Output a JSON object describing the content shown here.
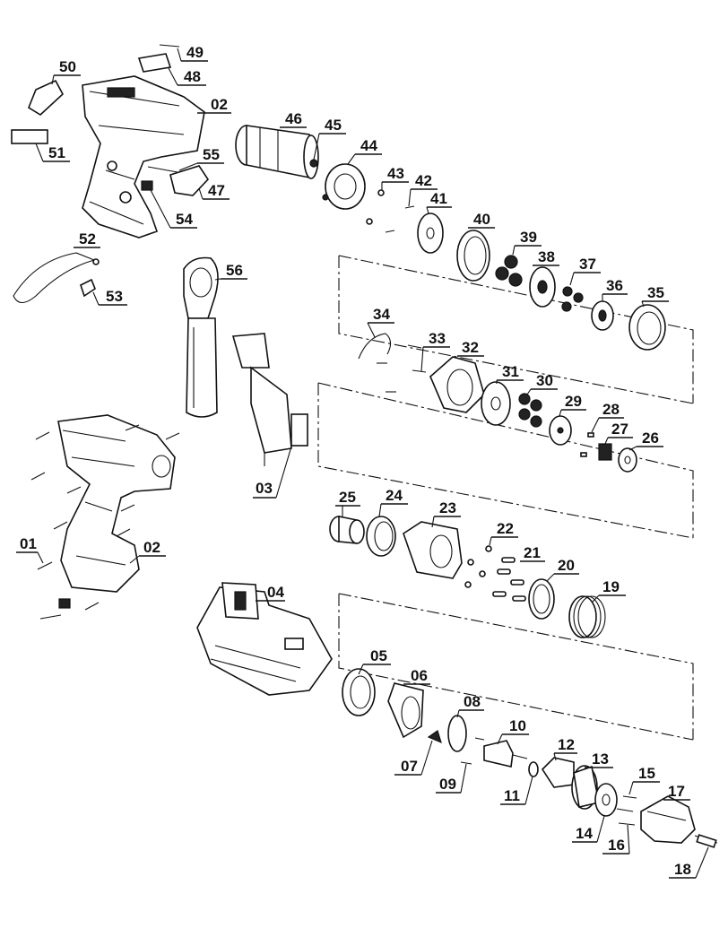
{
  "diagram": {
    "labels": {
      "p01": "01",
      "p02": "02",
      "p02b": "02",
      "p03": "03",
      "p04": "04",
      "p05": "05",
      "p06": "06",
      "p07": "07",
      "p08": "08",
      "p09": "09",
      "p10": "10",
      "p11": "11",
      "p12": "12",
      "p13": "13",
      "p14": "14",
      "p15": "15",
      "p16": "16",
      "p17": "17",
      "p18": "18",
      "p19": "19",
      "p20": "20",
      "p21": "21",
      "p22": "22",
      "p23": "23",
      "p24": "24",
      "p25": "25",
      "p26": "26",
      "p27": "27",
      "p28": "28",
      "p29": "29",
      "p30": "30",
      "p31": "31",
      "p32": "32",
      "p33": "33",
      "p34": "34",
      "p35": "35",
      "p36": "36",
      "p37": "37",
      "p38": "38",
      "p39": "39",
      "p40": "40",
      "p41": "41",
      "p42": "42",
      "p43": "43",
      "p44": "44",
      "p45": "45",
      "p46": "46",
      "p47": "47",
      "p48": "48",
      "p49": "49",
      "p50": "50",
      "p51": "51",
      "p52": "52",
      "p53": "53",
      "p54": "54",
      "p55": "55",
      "p56": "56"
    }
  }
}
